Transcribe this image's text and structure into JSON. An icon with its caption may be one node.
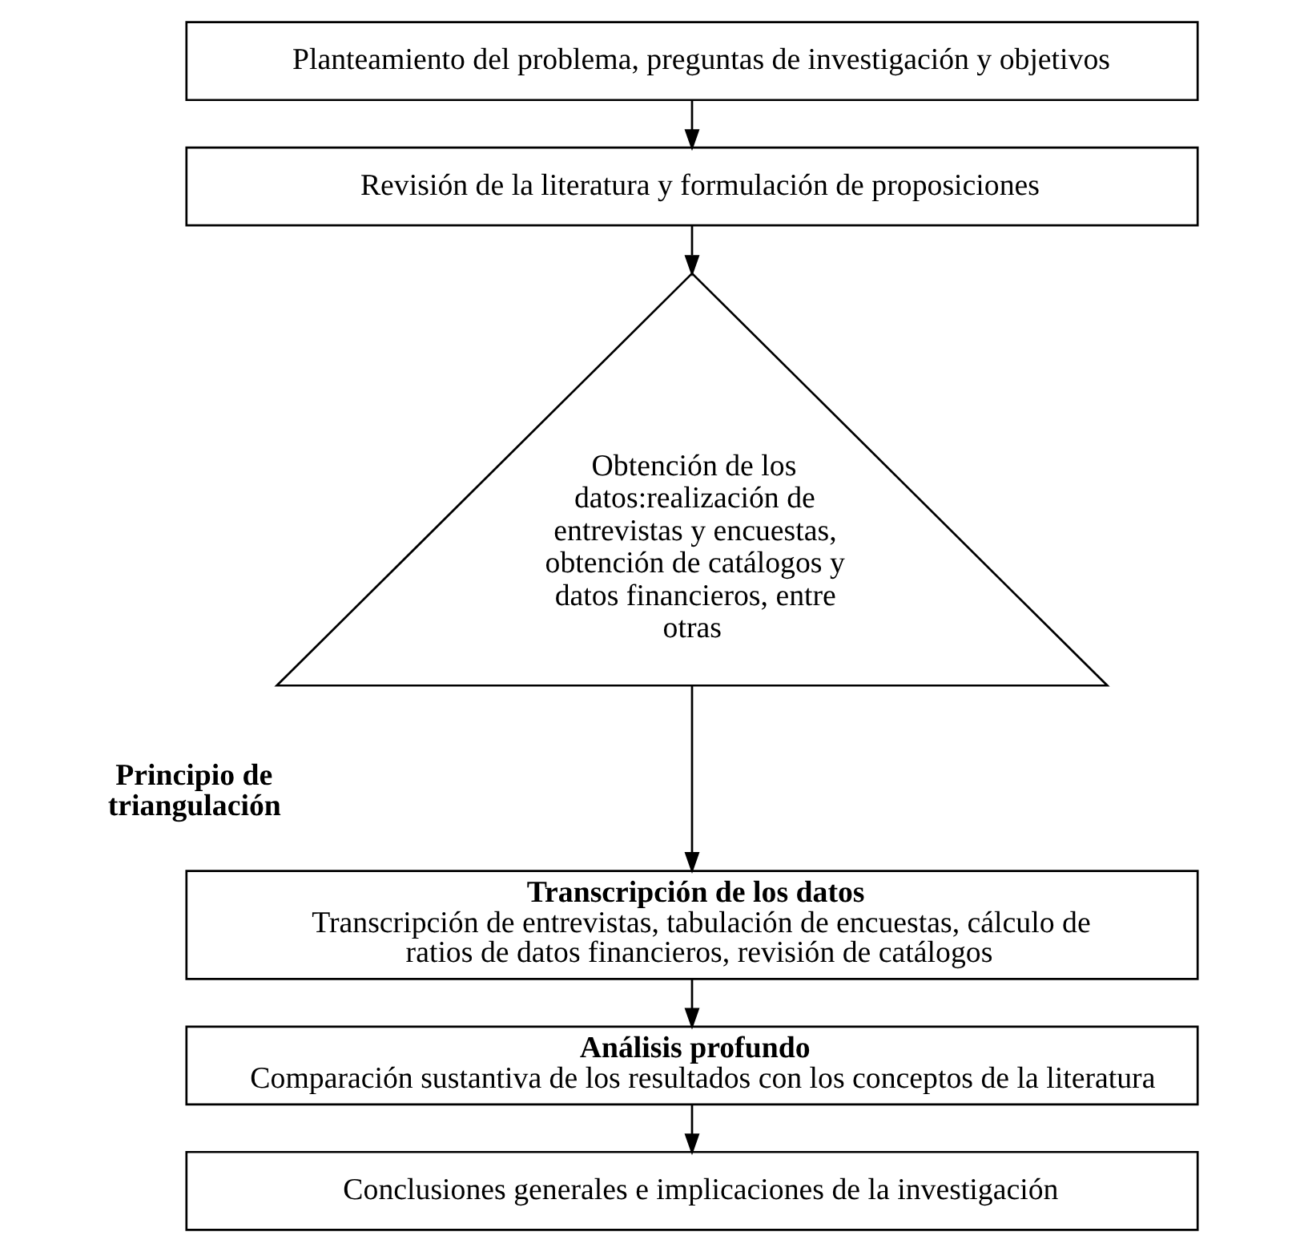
{
  "diagram": {
    "nodes": [
      {
        "text": [
          "Planteamiento del problema, preguntas de investigación y objetivos"
        ]
      },
      {
        "text": [
          "Revisión de la literatura y formulación de proposiciones"
        ]
      },
      {
        "text": [
          "Obtención de los datos:realización de entrevistas y encuestas, obtención de catálogos y datos financieros, entre otras"
        ],
        "beside": [
          "Principio de triangulación"
        ]
      },
      {
        "text": [
          "Transcripción de los datos",
          "Transcripción de entrevistas, tabulación de encuestas, cálculo de ratios de datos financieros, revisión de catálogos"
        ]
      },
      {
        "text": [
          "Análisis profundo",
          "Comparación sustantiva de los resultados con los conceptos de la literatura"
        ]
      },
      {
        "text": [
          "Conclusiones generales e implicaciones de la investigación"
        ]
      }
    ],
    "edges": [
      {
        "from": 0,
        "to": 1,
        "arrow": "to"
      },
      {
        "from": 1,
        "to": 2,
        "arrow": "to"
      },
      {
        "from": 2,
        "to": 3,
        "arrow": "to"
      },
      {
        "from": 3,
        "to": 4,
        "arrow": "to"
      },
      {
        "from": 4,
        "to": 5,
        "arrow": "to"
      }
    ]
  }
}
